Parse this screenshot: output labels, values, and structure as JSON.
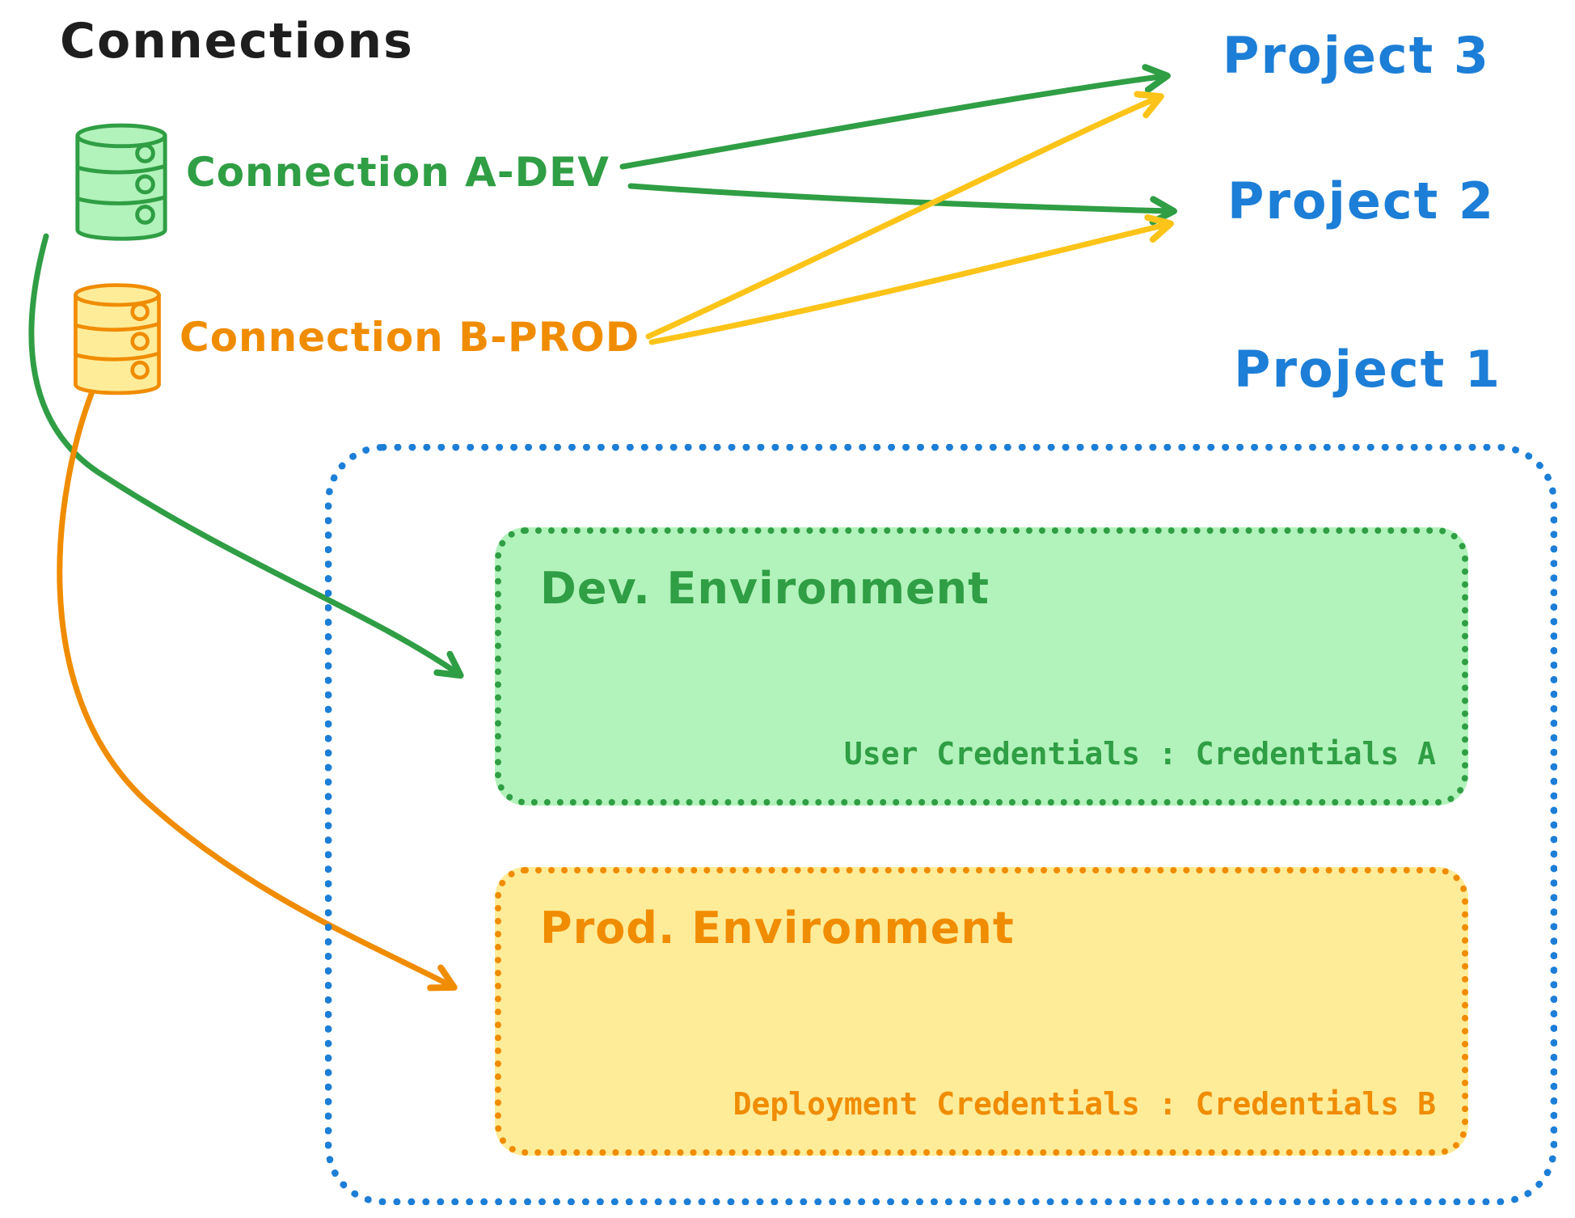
{
  "colors": {
    "ink": "#1e1e1e",
    "green": "#2f9e44",
    "green_bg": "#b2f2bb",
    "orange": "#f08c00",
    "yellow": "#fcc419",
    "yellow_bg": "#ffec99",
    "blue": "#1c7ed6"
  },
  "header": {
    "title": "Connections"
  },
  "connections": [
    {
      "label": "Connection A-DEV",
      "icon": "database-icon",
      "color": "green"
    },
    {
      "label": "Connection B-PROD",
      "icon": "database-icon",
      "color": "orange"
    }
  ],
  "projects": [
    {
      "label": "Project 3"
    },
    {
      "label": "Project 2"
    },
    {
      "label": "Project 1"
    }
  ],
  "project1_box": {
    "environments": [
      {
        "title": "Dev. Environment",
        "credentials_label": "User Credentials : Credentials A"
      },
      {
        "title": "Prod. Environment",
        "credentials_label": "Deployment Credentials : Credentials B"
      }
    ]
  },
  "arrows": [
    {
      "from": "Connection A-DEV",
      "to": "Project 3",
      "color": "green"
    },
    {
      "from": "Connection A-DEV",
      "to": "Project 2",
      "color": "green"
    },
    {
      "from": "Connection B-PROD",
      "to": "Project 3",
      "color": "yellow"
    },
    {
      "from": "Connection B-PROD",
      "to": "Project 2",
      "color": "yellow"
    },
    {
      "from": "Connection A-DEV",
      "to": "Dev. Environment",
      "color": "green"
    },
    {
      "from": "Connection B-PROD",
      "to": "Prod. Environment",
      "color": "orange"
    }
  ]
}
